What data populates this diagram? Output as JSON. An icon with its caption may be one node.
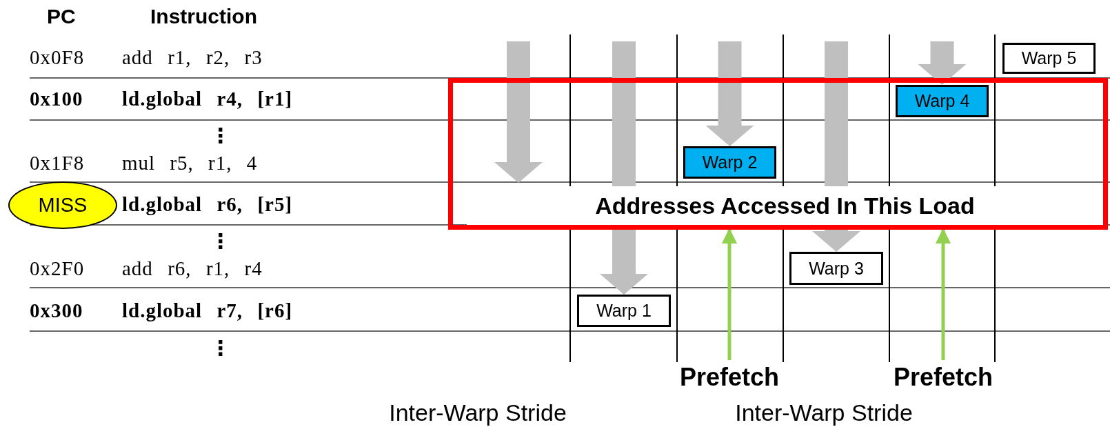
{
  "diagram": {
    "nodes": [
      {
        "text": [
          "Warp 5"
        ]
      },
      {
        "text": [
          "Addresses Accessed In This Load"
        ]
      },
      {
        "text": [
          "Warp 4"
        ],
        "in": 1
      },
      {
        "text": [
          "Warp 2"
        ],
        "in": 1
      },
      {
        "text": [
          "MISS"
        ]
      },
      {
        "text": [
          "Warp 3"
        ]
      },
      {
        "text": [
          "Warp 1"
        ]
      },
      {
        "text": [
          "Prefetch"
        ]
      },
      {
        "text": [
          "Prefetch"
        ]
      }
    ],
    "edges": [
      {
        "from": null,
        "to": 2,
        "arrow": "to",
        "style": "thick"
      },
      {
        "from": null,
        "to": 3,
        "arrow": "to",
        "style": "thick"
      },
      {
        "from": null,
        "to": 5,
        "arrow": "to",
        "style": "thick"
      },
      {
        "from": null,
        "to": 6,
        "arrow": "to",
        "style": "thick"
      },
      {
        "from": 7,
        "to": 1,
        "arrow": "to",
        "color": "#92d050"
      },
      {
        "from": 8,
        "to": 1,
        "arrow": "to",
        "color": "#92d050"
      }
    ],
    "labels": [
      "PC",
      "Instruction",
      "0x0F8",
      "add r1, r2, r3",
      "0x100",
      "ld.global r4, [r1]",
      "⋮",
      "0x1F8",
      "mul r5, r1, 4",
      "ld.global r6, [r5]",
      "⋮",
      "0x2F0",
      "add r6, r1, r4",
      "0x300",
      "ld.global r7, [r6]",
      "⋮",
      "Inter-Warp Stride",
      "Inter-Warp Stride"
    ]
  }
}
